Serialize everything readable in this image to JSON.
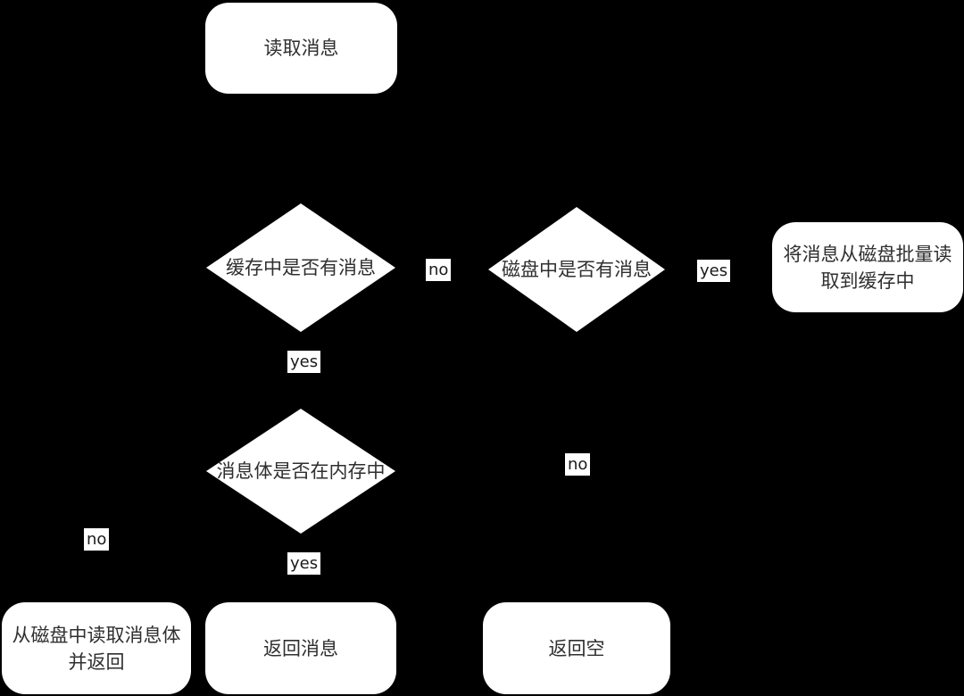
{
  "diagram": {
    "background_color": "#000000",
    "node_fill_color": "#ffffff",
    "node_text_color": "#2f2f2f",
    "nodes": {
      "read_message": {
        "type": "rounded-rect",
        "label": "读取消息"
      },
      "cache_has_message": {
        "type": "diamond",
        "label": "缓存中是否有消息"
      },
      "disk_has_message": {
        "type": "diamond",
        "label": "磁盘中是否有消息"
      },
      "batch_read_to_cache": {
        "type": "rounded-rect",
        "label": "将消息从磁盘批量读取到缓存中"
      },
      "body_in_memory": {
        "type": "diamond",
        "label": "消息体是否在内存中"
      },
      "read_body_from_disk": {
        "type": "rounded-rect",
        "label": "从磁盘中读取消息体并返回"
      },
      "return_message": {
        "type": "rounded-rect",
        "label": "返回消息"
      },
      "return_empty": {
        "type": "rounded-rect",
        "label": "返回空"
      }
    },
    "edge_labels": {
      "cache_no": "no",
      "disk_yes": "yes",
      "cache_yes": "yes",
      "disk_no": "no",
      "memory_no": "no",
      "memory_yes": "yes"
    }
  }
}
